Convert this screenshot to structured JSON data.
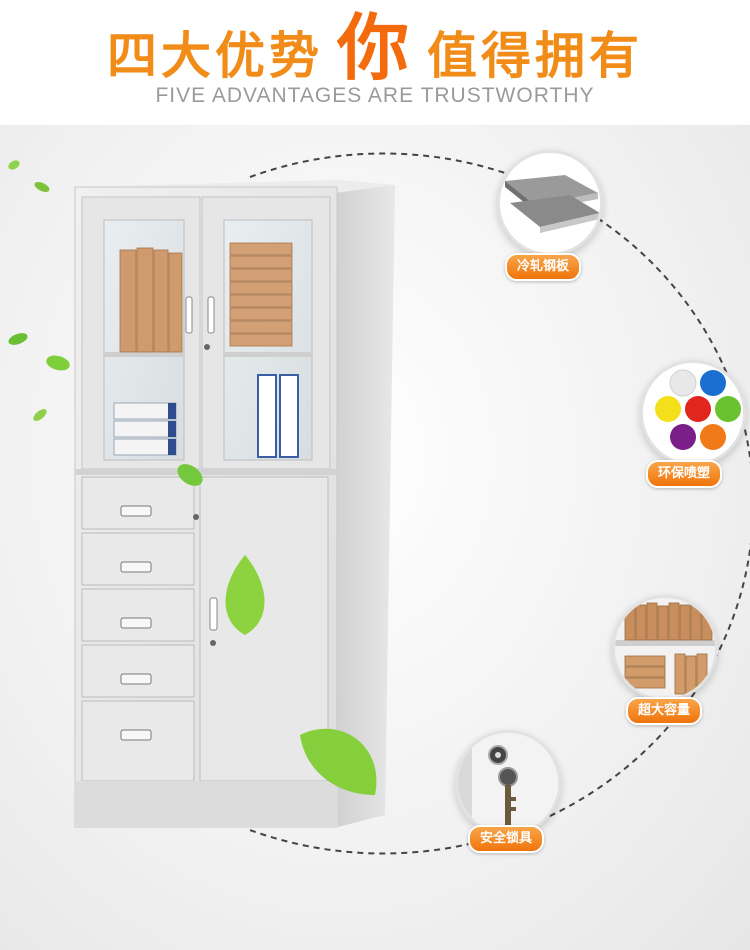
{
  "header": {
    "title_part1": "四大优势",
    "title_big": "你",
    "title_part2": "值得拥有",
    "subtitle": "FIVE ADVANTAGES ARE TRUSTWORTHY"
  },
  "features": [
    {
      "label": "冷轧钢板",
      "icon": "steel-sheet-icon"
    },
    {
      "label": "环保喷塑",
      "icon": "powder-coating-icon"
    },
    {
      "label": "超大容量",
      "icon": "large-capacity-icon"
    },
    {
      "label": "安全锁具",
      "icon": "lock-keys-icon"
    }
  ],
  "colors": {
    "title": "#f18c18",
    "title_accent": "#f36b0c",
    "subtitle": "#9a9a9a",
    "pill": "#f0740a",
    "cabinet": "#e4e4e4"
  }
}
